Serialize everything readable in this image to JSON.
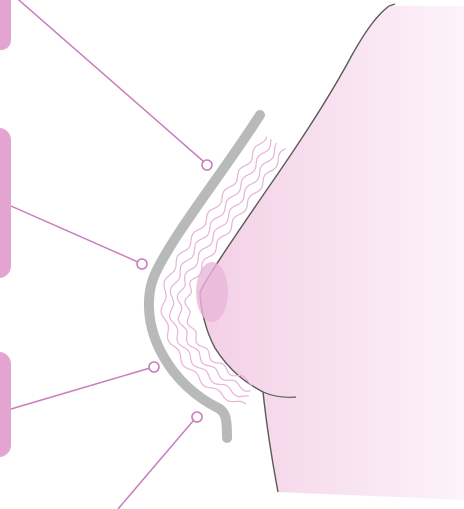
{
  "diagram": {
    "colors": {
      "background": "#ffffff",
      "callout_box": "#e3a4d2",
      "leader_line": "#c97dbd",
      "leader_dot_fill": "#ffffff",
      "garment_gray": "#b7bab8",
      "wave_pink": "#e7b3d6",
      "body_fill_light": "#fcf0f8",
      "body_fill_dark": "#f3cfe6",
      "body_outline": "#5a5a5a",
      "nipple": "#e9b6d9"
    },
    "callouts": [
      {
        "id": "callout-1",
        "target": "outer-fabric-layer"
      },
      {
        "id": "callout-2",
        "target": "gray-shell-layer"
      },
      {
        "id": "callout-3",
        "target": "lower-shell-layer"
      },
      {
        "id": "callout-4",
        "target": "shell-bottom"
      }
    ],
    "layers": [
      "body-shape",
      "padding-waves",
      "gray-shell"
    ]
  }
}
